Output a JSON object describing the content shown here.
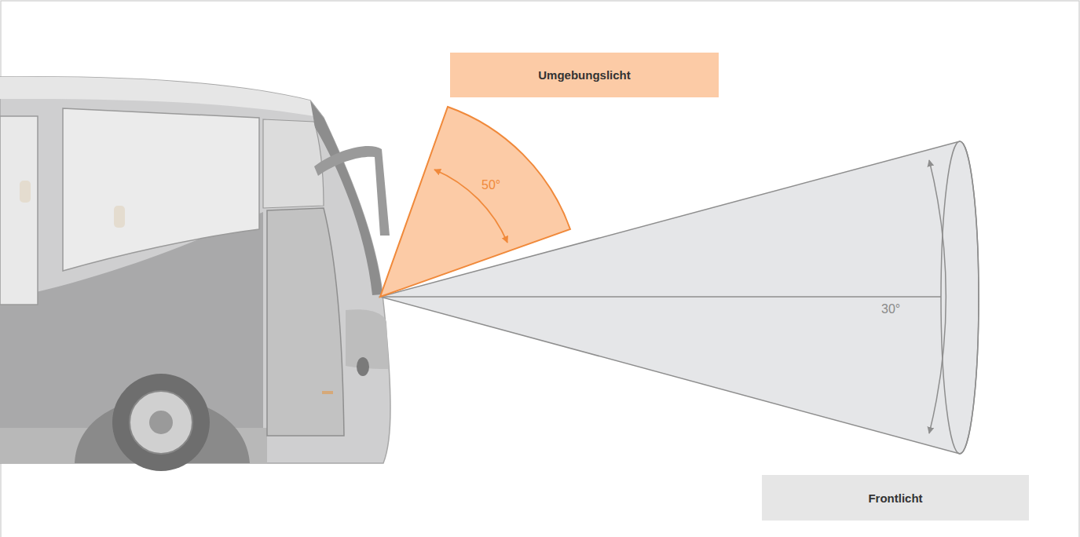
{
  "diagram": {
    "nodes": [
      {
        "text": [
          "Umgebungslicht"
        ]
      },
      {
        "text": [
          "Frontlicht"
        ]
      }
    ],
    "labels": [
      "50°",
      "30°"
    ]
  }
}
